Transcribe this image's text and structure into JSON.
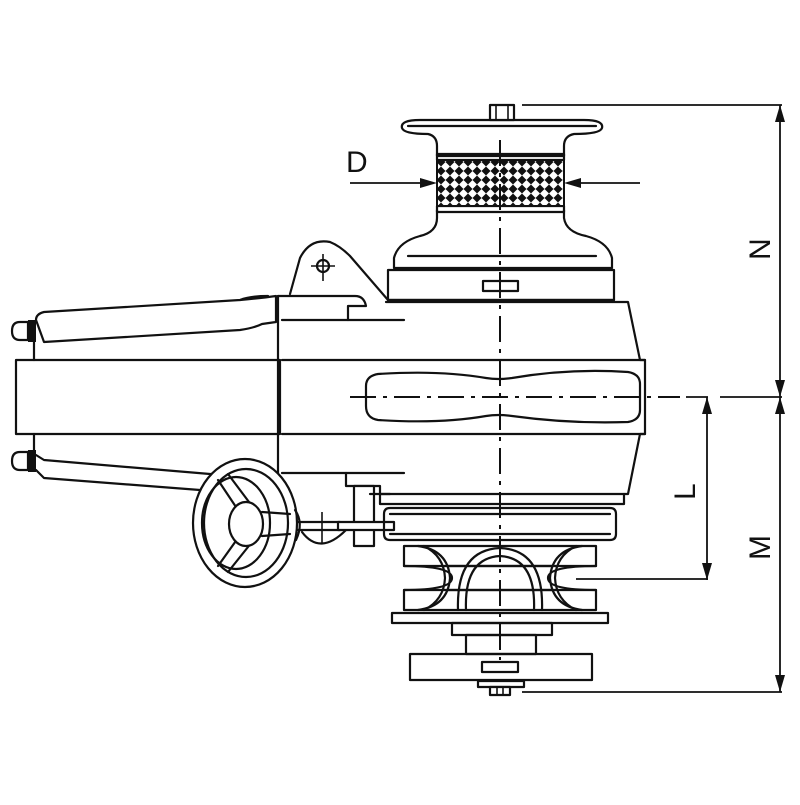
{
  "drawing": {
    "subject": "Vertical anchor windlass / capstan with gypsy, warping drum, gearbox motor and manual handwheel",
    "view": "side elevation",
    "line_color": "#111111",
    "background_color": "#ffffff"
  },
  "dimensions": {
    "D": {
      "label": "D",
      "meaning": "warping drum diameter"
    },
    "N": {
      "label": "N",
      "meaning": "height from motor axis to top of drum"
    },
    "L": {
      "label": "L",
      "meaning": "distance from motor axis to gypsy centre"
    },
    "M": {
      "label": "M",
      "meaning": "height from motor axis to bottom of under-deck unit"
    }
  },
  "components": [
    "warping-drum",
    "knurled-drum-band",
    "drum-cap-bolt",
    "lifting-eye",
    "gearbox-housing",
    "motor-body",
    "motor-terminal-nuts",
    "clutch-handwheel",
    "brake-band",
    "chain-gypsy",
    "base-flange",
    "bottom-bolt"
  ]
}
